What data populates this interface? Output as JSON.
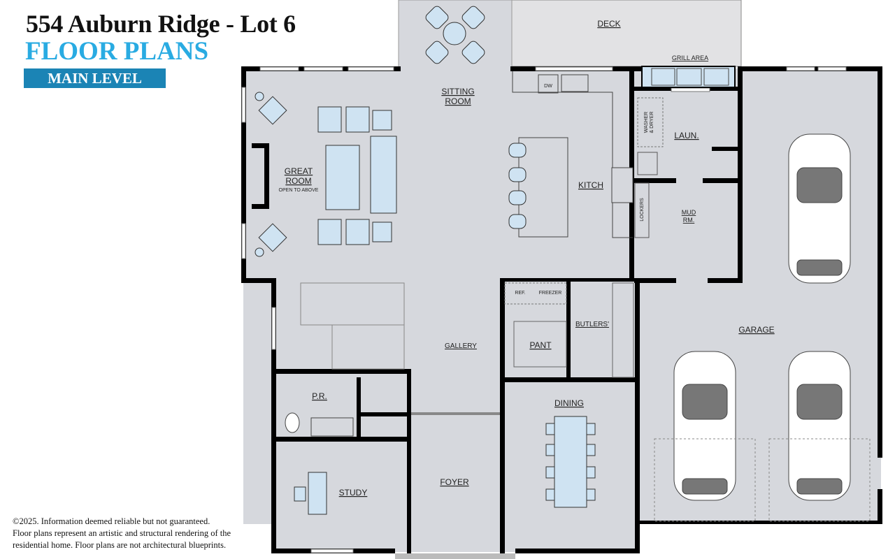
{
  "header": {
    "title": "554 Auburn Ridge - Lot 6",
    "subtitle": "FLOOR PLANS",
    "level": "MAIN LEVEL"
  },
  "colors": {
    "title": "#111111",
    "subtitle": "#29abe2",
    "level_badge": "#1b84b5",
    "floor": "#d6d8dd",
    "wall": "#000000",
    "furniture": "#cfe3f2"
  },
  "rooms": {
    "deck": "DECK",
    "grill_area": "GRILL AREA",
    "sitting_room": [
      "SITTING",
      "ROOM"
    ],
    "great_room": [
      "GREAT",
      "ROOM"
    ],
    "great_room_note": "OPEN TO ABOVE",
    "kitchen": "KITCH",
    "dw": "DW",
    "laundry": "LAUN.",
    "washer_dryer": [
      "WASHER",
      "& DRYER"
    ],
    "lockers": "LOCKERS",
    "mud_room": [
      "MUD",
      "RM."
    ],
    "ref": "REF.",
    "freezer": "FREEZER",
    "butlers": "BUTLERS'",
    "pantry": "PANT",
    "gallery": "GALLERY",
    "garage": "GARAGE",
    "powder_room": "P.R.",
    "dining": "DINING",
    "foyer": "FOYER",
    "study": "STUDY"
  },
  "footer": {
    "lines": [
      "©2025. Information deemed reliable but not guaranteed.",
      "Floor plans represent an artistic and structural rendering of the",
      "residential home. Floor plans are not architectural blueprints."
    ]
  }
}
